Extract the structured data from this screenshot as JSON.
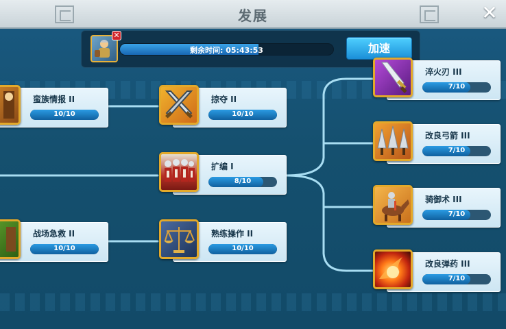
{
  "title": "发展",
  "close_label": "✕",
  "timer": {
    "label": "剩余时间:",
    "time": "05:43:53",
    "text": "剩余时间:  05:43:53",
    "progress": 0.65,
    "badge": "✕",
    "speedup_label": "加速"
  },
  "nodes": [
    {
      "id": "tribe-intel",
      "name": "蛮族情报 II",
      "progress_text": "10/10",
      "current": 10,
      "max": 10,
      "icon": "tactics-icon"
    },
    {
      "id": "field-aid",
      "name": "战场急救 II",
      "progress_text": "10/10",
      "current": 10,
      "max": 10,
      "icon": "medic-icon"
    },
    {
      "id": "plunder",
      "name": "掠夺 II",
      "progress_text": "10/10",
      "current": 10,
      "max": 10,
      "icon": "crossed-swords-icon"
    },
    {
      "id": "expand",
      "name": "扩编 I",
      "progress_text": "8/10",
      "current": 8,
      "max": 10,
      "icon": "soldiers-icon"
    },
    {
      "id": "skilled-op",
      "name": "熟练操作 II",
      "progress_text": "10/10",
      "current": 10,
      "max": 10,
      "icon": "scales-icon"
    },
    {
      "id": "quench-blade",
      "name": "淬火刃 III",
      "progress_text": "7/10",
      "current": 7,
      "max": 10,
      "icon": "sword-icon"
    },
    {
      "id": "improved-arrow",
      "name": "改良弓箭 III",
      "progress_text": "7/10",
      "current": 7,
      "max": 10,
      "icon": "arrowheads-icon"
    },
    {
      "id": "horsemanship",
      "name": "骑御术 III",
      "progress_text": "7/10",
      "current": 7,
      "max": 10,
      "icon": "horseman-icon"
    },
    {
      "id": "improved-ammo",
      "name": "改良弹药 III",
      "progress_text": "7/10",
      "current": 7,
      "max": 10,
      "icon": "fireball-icon"
    }
  ],
  "colors": {
    "background": "#15506f",
    "card": "#e8f5fc",
    "bar_fill": "#1a7cc7",
    "icon_frame": "#e3a92a",
    "speedup_button": "#2aa6e6"
  }
}
